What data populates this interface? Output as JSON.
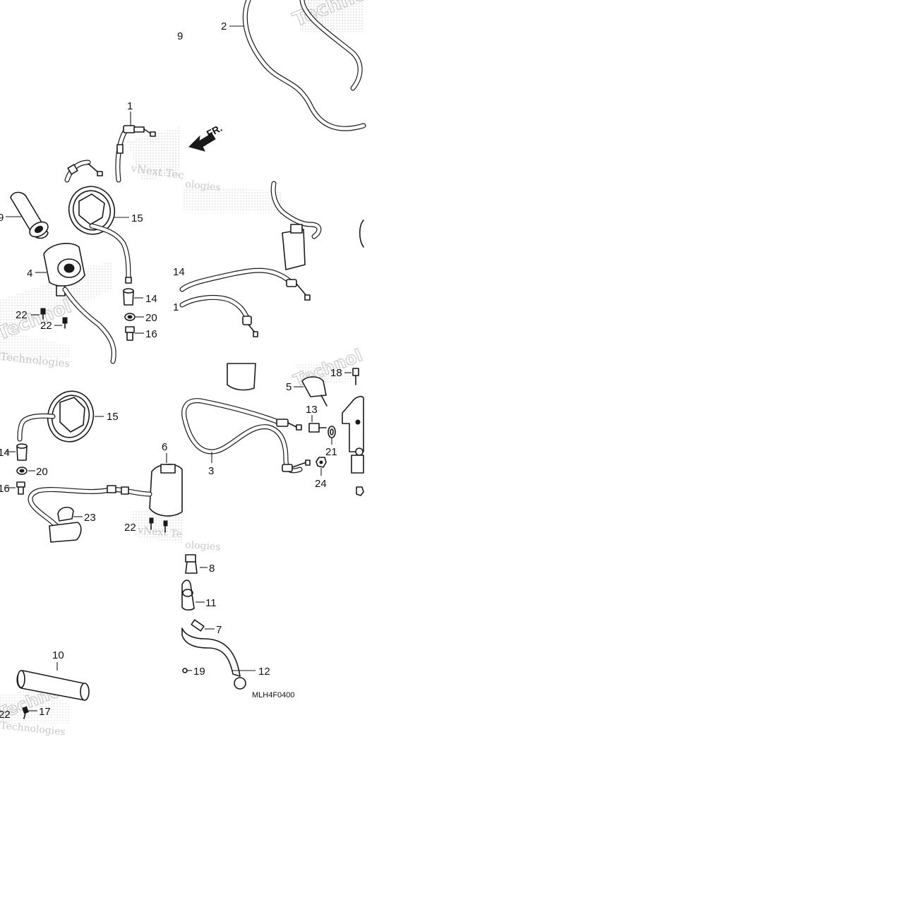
{
  "diagram": {
    "code": "MLH4F0400",
    "front_marker": "FR.",
    "watermark": {
      "company": "vNext Tec",
      "company2": "vNext Te",
      "technologies": "Technologies",
      "technologies_outline": "Technol",
      "ogies": "ologies"
    },
    "callouts": {
      "c1": "1",
      "c2": "2",
      "c3": "3",
      "c4": "4",
      "c5": "5",
      "c6": "6",
      "c7": "7",
      "c8": "8",
      "c9": "9",
      "c9b": "9",
      "c10": "10",
      "c11": "11",
      "c12": "12",
      "c13": "13",
      "c14a": "14",
      "c14b": "14",
      "c14c": "14",
      "c15a": "15",
      "c15b": "15",
      "c16a": "16",
      "c16b": "16",
      "c17": "17",
      "c18": "18",
      "c19": "19",
      "c1b": "1",
      "c20a": "20",
      "c20b": "20",
      "c21": "21",
      "c22a": "22",
      "c22b": "22",
      "c22c": "22",
      "c22d": "22",
      "c23": "23",
      "c24": "24"
    }
  }
}
